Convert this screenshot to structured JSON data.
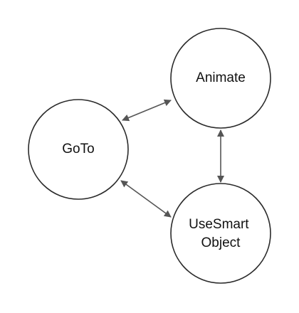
{
  "diagram": {
    "type": "state-graph",
    "nodes": [
      {
        "id": "goto",
        "lines": [
          "GoTo"
        ]
      },
      {
        "id": "animate",
        "lines": [
          "Animate"
        ]
      },
      {
        "id": "usesmartobject",
        "lines": [
          "UseSmart",
          "Object"
        ]
      }
    ],
    "edges": [
      {
        "from": "goto",
        "to": "animate",
        "direction": "bidirectional"
      },
      {
        "from": "animate",
        "to": "usesmartobject",
        "direction": "bidirectional"
      },
      {
        "from": "goto",
        "to": "usesmartobject",
        "direction": "bidirectional"
      }
    ],
    "colors": {
      "node_stroke": "#2b2b2b",
      "node_fill": "#ffffff",
      "edge": "#555555",
      "text": "#111111"
    }
  }
}
